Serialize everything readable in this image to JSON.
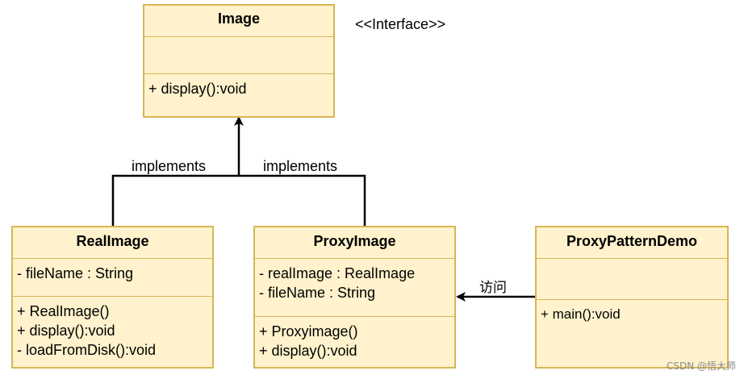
{
  "interface": {
    "name": "Image",
    "stereotype": "<<Interface>>",
    "attributes": [],
    "methods": [
      "+ display():void"
    ]
  },
  "real_image": {
    "name": "RealImage",
    "attributes": [
      "- fileName : String"
    ],
    "methods": [
      "+ RealImage()",
      "+ display():void",
      "- loadFromDisk():void"
    ]
  },
  "proxy_image": {
    "name": "ProxyImage",
    "attributes": [
      "- realImage : RealImage",
      "- fileName : String"
    ],
    "methods": [
      "+ Proxyimage()",
      "+ display():void"
    ]
  },
  "demo": {
    "name": "ProxyPatternDemo",
    "attributes": [],
    "methods": [
      "+ main():void"
    ]
  },
  "relations": {
    "left_implements": "implements",
    "right_implements": "implements",
    "access": "访问"
  },
  "watermark": "CSDN @悟大师",
  "colors": {
    "fill": "#fff2cc",
    "border": "#d6b656",
    "line": "#000000"
  }
}
